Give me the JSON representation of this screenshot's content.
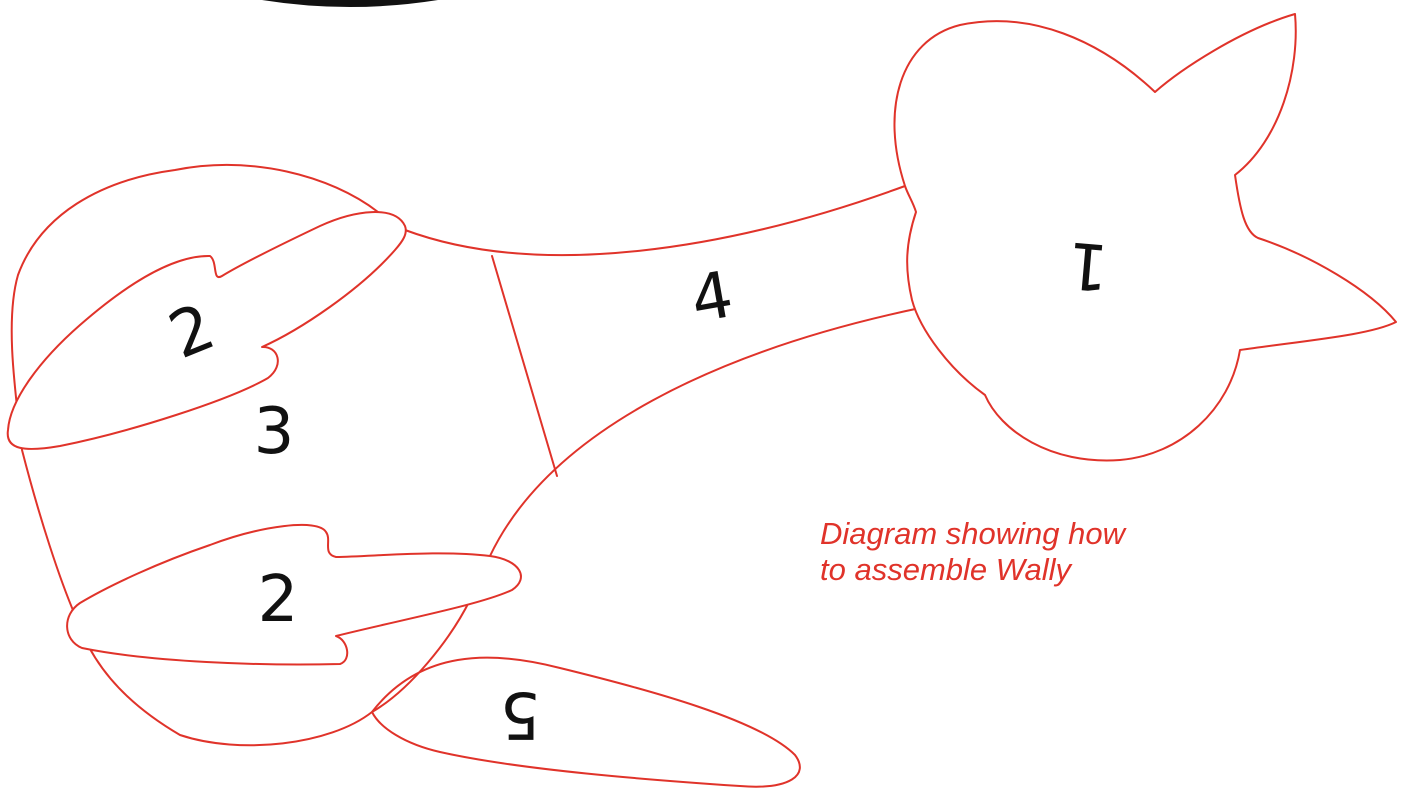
{
  "diagram": {
    "colors": {
      "outline": "#e0332a",
      "label": "#111111",
      "caption": "#e0332a",
      "top_shape": "#111111"
    },
    "pieces": [
      {
        "id": "head",
        "number": "1"
      },
      {
        "id": "arm-upper",
        "number": "2"
      },
      {
        "id": "arm-lower",
        "number": "2"
      },
      {
        "id": "body",
        "number": "3"
      },
      {
        "id": "neck",
        "number": "4"
      },
      {
        "id": "tail",
        "number": "5"
      }
    ],
    "caption": {
      "line1": "Diagram showing how",
      "line2": "to assemble Wally"
    }
  }
}
